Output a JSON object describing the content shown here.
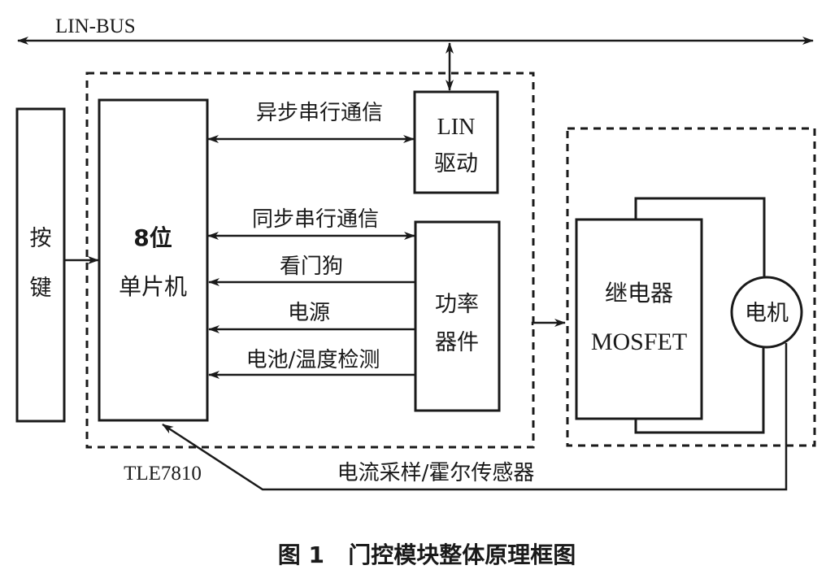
{
  "bus": {
    "label": "LIN-BUS"
  },
  "blocks": {
    "keys": {
      "label_lines": [
        "按",
        "键"
      ]
    },
    "mcu": {
      "label_lines": [
        "8位",
        "单片机"
      ]
    },
    "lin_driver": {
      "label_lines": [
        "LIN",
        "驱动"
      ]
    },
    "power_device": {
      "label_lines": [
        "功率",
        "器件"
      ]
    },
    "relay": {
      "label_lines": [
        "继电器",
        "MOSFET"
      ]
    },
    "motor": {
      "label": "电机"
    }
  },
  "signals": {
    "async_serial": "异步串行通信",
    "sync_serial": "同步串行通信",
    "watchdog": "看门狗",
    "power": "电源",
    "battery_temp": "电池/温度检测",
    "current_sampling": "电流采样/霍尔传感器"
  },
  "chip_label": "TLE7810",
  "caption": "图 1   门控模块整体原理框图"
}
